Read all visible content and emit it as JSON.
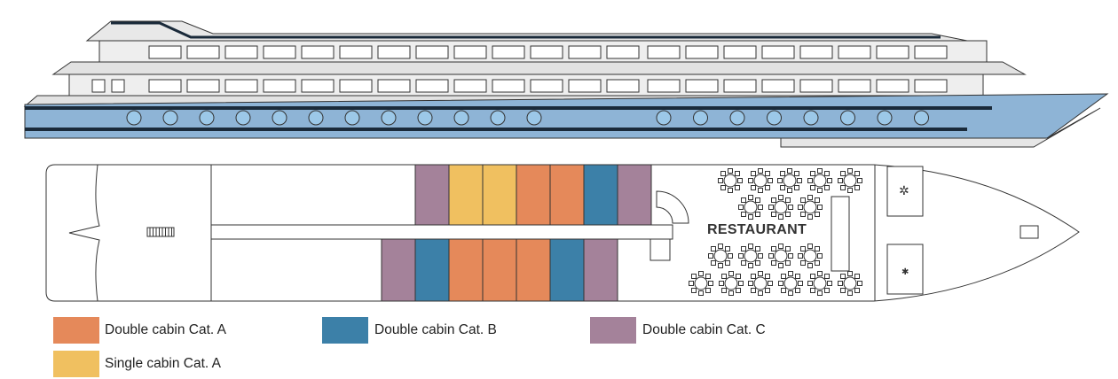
{
  "colors": {
    "double_a": "#E5895A",
    "double_b": "#3C80A8",
    "double_c": "#A4829A",
    "single_a": "#F0C060",
    "hull_blue": "#8EB4D6",
    "stripe_dark": "#1A2A3A",
    "porthole": "#9CC8E8",
    "deck_grey": "#E4E4E4",
    "outline": "#333333"
  },
  "legend": [
    {
      "key": "double_a",
      "label": "Double cabin Cat. A"
    },
    {
      "key": "double_b",
      "label": "Double cabin Cat. B"
    },
    {
      "key": "double_c",
      "label": "Double cabin Cat. C"
    },
    {
      "key": "single_a",
      "label": "Single cabin Cat. A"
    }
  ],
  "deck_plan": {
    "restaurant_label": "RESTAURANT",
    "upper_row_cabins": [
      "double_c",
      "single_a",
      "single_a",
      "double_a",
      "double_a",
      "double_b",
      "double_c"
    ],
    "lower_row_cabins": [
      "double_c",
      "double_b",
      "double_a",
      "double_a",
      "double_a",
      "double_b",
      "double_c"
    ]
  },
  "ship_profile": {
    "portholes_aft_count": 12,
    "portholes_fwd_count": 8
  }
}
